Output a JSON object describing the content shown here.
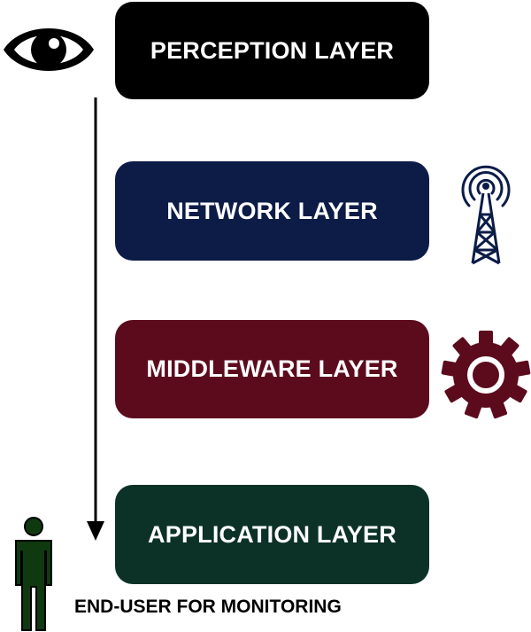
{
  "layers": [
    {
      "label": "PERCEPTION LAYER",
      "color": "#000000"
    },
    {
      "label": "NETWORK LAYER",
      "color": "#0c1c47"
    },
    {
      "label": "MIDDLEWARE LAYER",
      "color": "#5c0b1d"
    },
    {
      "label": "APPLICATION LAYER",
      "color": "#0c3127"
    }
  ],
  "caption": "END-USER FOR MONITORING",
  "icons": {
    "eye": "eye-icon",
    "tower": "radio-tower-icon",
    "gear": "gear-icon",
    "person": "person-icon"
  },
  "colors": {
    "tower": "#0c1c47",
    "gear": "#5c0b1d",
    "person": "#0f3a10"
  }
}
